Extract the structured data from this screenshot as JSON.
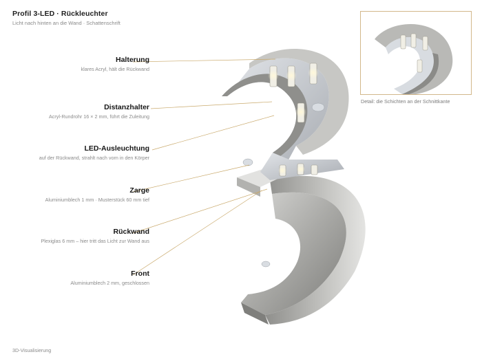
{
  "header": {
    "title": "Profil 3-LED · Rückleuchter",
    "subtitle": "Licht nach hinten an die Wand · Schattenschrift"
  },
  "labels": [
    {
      "name": "Halterung",
      "desc": "klares Acryl, hält die Rückwand"
    },
    {
      "name": "Distanzhalter",
      "desc": "Acryl-Rundrohr 16 × 2 mm, führt die Zuleitung"
    },
    {
      "name": "LED-Ausleuchtung",
      "desc": "auf der Rückwand, strahlt nach vorn in den Körper"
    },
    {
      "name": "Zarge",
      "desc": "Aluminiumblech 1 mm · Musterstück 60 mm tief"
    },
    {
      "name": "Rückwand",
      "desc": "Plexiglas 6 mm – hier tritt das Licht zur Wand aus"
    },
    {
      "name": "Front",
      "desc": "Aluminiumblech 2 mm, geschlossen"
    }
  ],
  "inset": {
    "caption": "Detail: die Schichten an der Schnittkante"
  },
  "footer": {
    "text": "3D-Visualisierung"
  },
  "colors": {
    "accent_line": "#c9a96b",
    "metal": "#a7a7a4",
    "interior": "#c6c8cc"
  }
}
